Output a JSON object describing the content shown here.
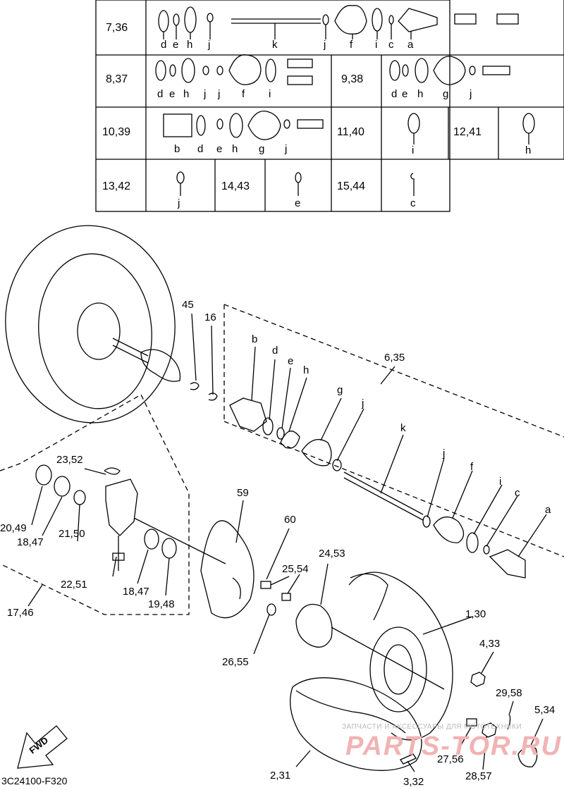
{
  "table": {
    "rows": [
      {
        "ref": "7,36",
        "letters": [
          "d",
          "e",
          "h",
          "j",
          "k",
          "j",
          "f",
          "i",
          "c",
          "a"
        ]
      },
      {
        "ref": "8,37",
        "letters": [
          "d",
          "e",
          "h",
          "j",
          "j",
          "f",
          "i"
        ],
        "ref2": "9,38",
        "letters2": [
          "d",
          "e",
          "h",
          "g",
          "j"
        ]
      },
      {
        "ref": "10,39",
        "letters": [
          "b",
          "d",
          "e",
          "h",
          "g",
          "j"
        ],
        "ref2": "11,40",
        "letters2": [
          "i"
        ],
        "ref3": "12,41",
        "letters3": [
          "h"
        ]
      },
      {
        "ref": "13,42",
        "letters": [
          "j"
        ],
        "ref2": "14,43",
        "letters2": [
          "e"
        ],
        "ref3": "15,44",
        "letters3": [
          "c"
        ]
      }
    ]
  },
  "callouts": {
    "c45": "45",
    "c16": "16",
    "b": "b",
    "d": "d",
    "e": "e",
    "h": "h",
    "c6_35": "6,35",
    "g": "g",
    "j1": "j",
    "k": "k",
    "j2": "j",
    "f": "f",
    "i": "i",
    "c": "c",
    "a": "a",
    "c23_52": "23,52",
    "c59": "59",
    "c60": "60",
    "c20_49": "20,49",
    "c18_47a": "18,47",
    "c21_50": "21,50",
    "c22_51": "22,51",
    "c18_47b": "18,47",
    "c19_48": "19,48",
    "c17_46": "17,46",
    "c24_53": "24,53",
    "c25_54": "25,54",
    "c1_30": "1,30",
    "c26_55": "26,55",
    "c4_33": "4,33",
    "c29_58": "29,58",
    "c5_34": "5,34",
    "c27_56": "27,56",
    "c28_57": "28,57",
    "c2_31": "2,31",
    "c3_32": "3,32"
  },
  "direction_label": "FWD",
  "drawing_code": "3C24100-F320",
  "watermark": {
    "line1": "ЗАПЧАСТИ И АКСЕССУАРЫ ДЛЯ МОТОТЕХНИКИ",
    "line2": "PARTS-TOR.RU"
  }
}
